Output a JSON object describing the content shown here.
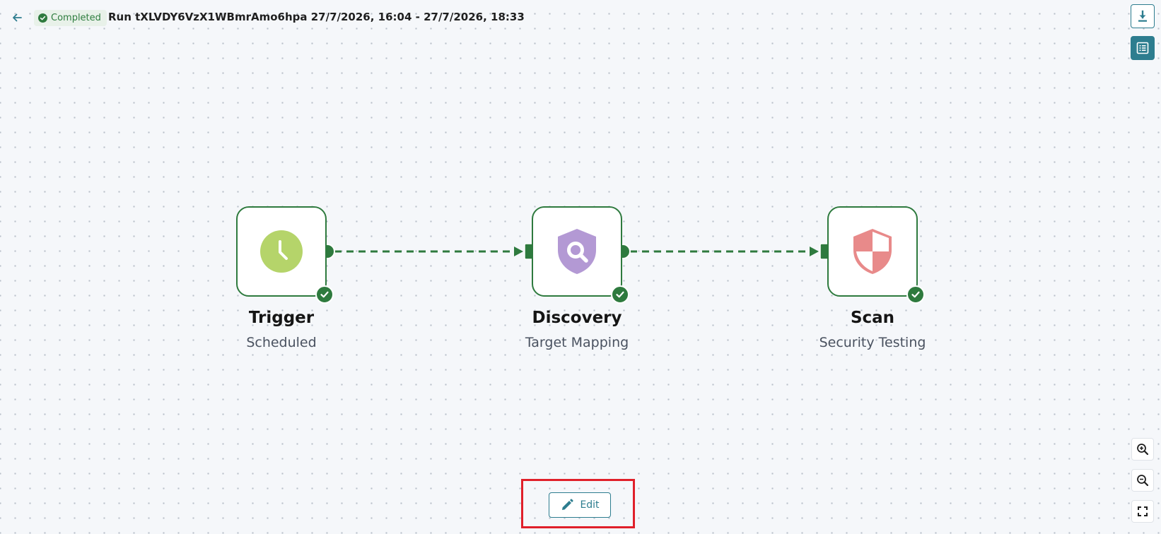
{
  "header": {
    "back_icon": "arrow-left-icon",
    "status": "Completed",
    "run_title": "Run tXLVDY6VzX1WBmrAmo6hpa 27/7/2026, 16:04 - 27/7/2026, 18:33"
  },
  "toolbar": {
    "download_icon": "download-icon",
    "list_icon": "list-view-icon"
  },
  "workflow": {
    "nodes": [
      {
        "title": "Trigger",
        "subtitle": "Scheduled",
        "icon": "clock-icon",
        "status": "completed"
      },
      {
        "title": "Discovery",
        "subtitle": "Target Mapping",
        "icon": "shield-search-icon",
        "status": "completed"
      },
      {
        "title": "Scan",
        "subtitle": "Security Testing",
        "icon": "shield-icon",
        "status": "completed"
      }
    ]
  },
  "edit": {
    "label": "Edit",
    "icon": "pencil-icon"
  },
  "zoom_controls": {
    "zoom_in_icon": "zoom-in-icon",
    "zoom_out_icon": "zoom-out-icon",
    "fit_view_icon": "fit-view-icon"
  },
  "colors": {
    "accent": "#2d7d8f",
    "success": "#2e7a3e",
    "clock": "#b5d46a",
    "discovery": "#b399d4",
    "scan": "#e88a8a",
    "highlight": "#e0202a"
  }
}
